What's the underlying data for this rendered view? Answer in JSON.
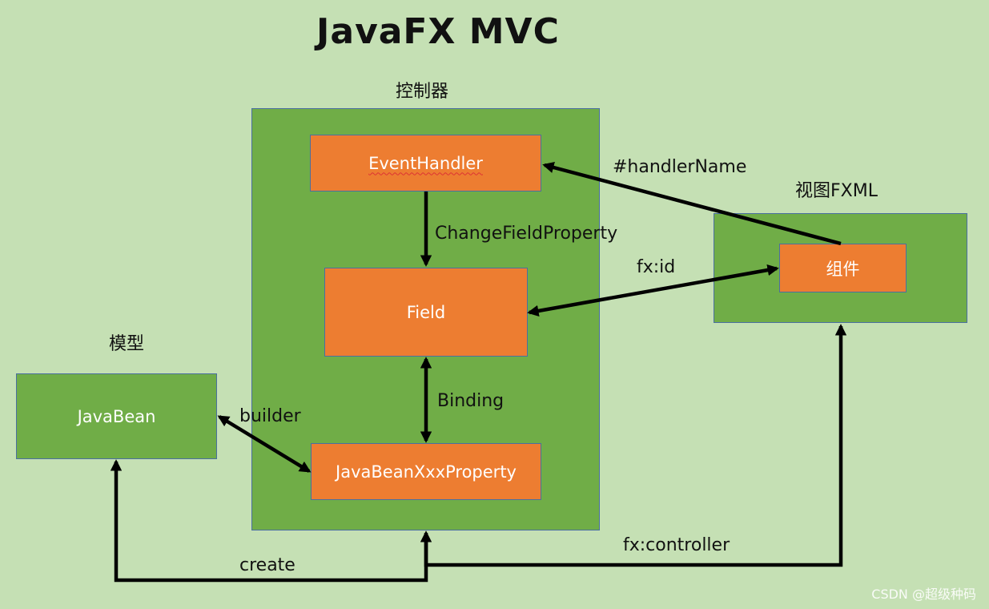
{
  "title": "JavaFX MVC",
  "groups": {
    "controller": "控制器",
    "view": "视图FXML",
    "model": "模型"
  },
  "nodes": {
    "event_handler": "EventHandler",
    "field": "Field",
    "property": "JavaBeanXxxProperty",
    "component": "组件",
    "javabean": "JavaBean"
  },
  "edges": {
    "handler_name": "#handlerName",
    "change_field_property": "ChangeFieldProperty",
    "fx_id": "fx:id",
    "binding": "Binding",
    "builder": "builder",
    "create": "create",
    "fx_controller": "fx:controller"
  },
  "watermark": "CSDN @超级种码",
  "colors": {
    "background": "#c5e0b4",
    "group_fill": "#70ad47",
    "node_fill": "#ed7d31",
    "arrow": "#000000"
  }
}
